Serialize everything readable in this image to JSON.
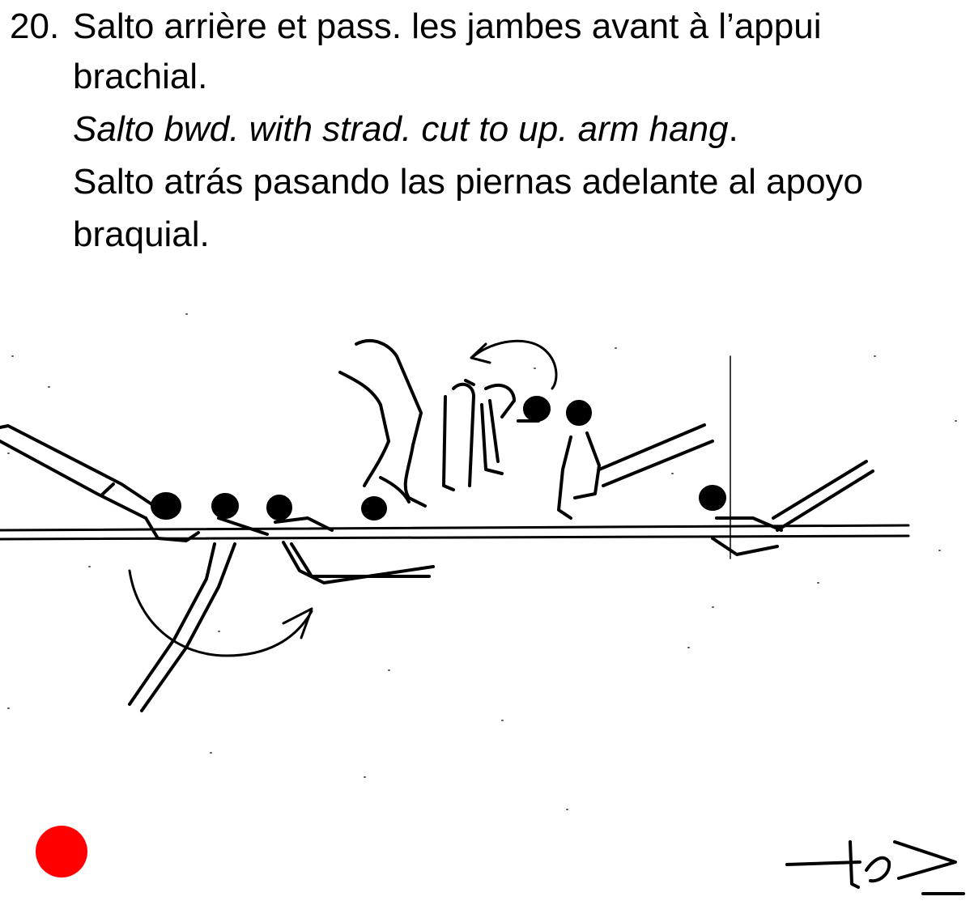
{
  "item": {
    "number": "20.",
    "french_line1": "Salto arrière et pass. les jambes avant à l’appui",
    "french_line2": "brachial.",
    "english_text": "Salto bwd. with strad. cut to up. arm hang",
    "english_period": ".",
    "spanish_line1": "Salto atrás pasando las piernas adelante al apoyo",
    "spanish_line2": "braquial."
  },
  "colors": {
    "ink": "#000000",
    "marker": "#ff0000"
  },
  "icons": {
    "marker": "red-dot",
    "signature": "handwritten-signature"
  }
}
